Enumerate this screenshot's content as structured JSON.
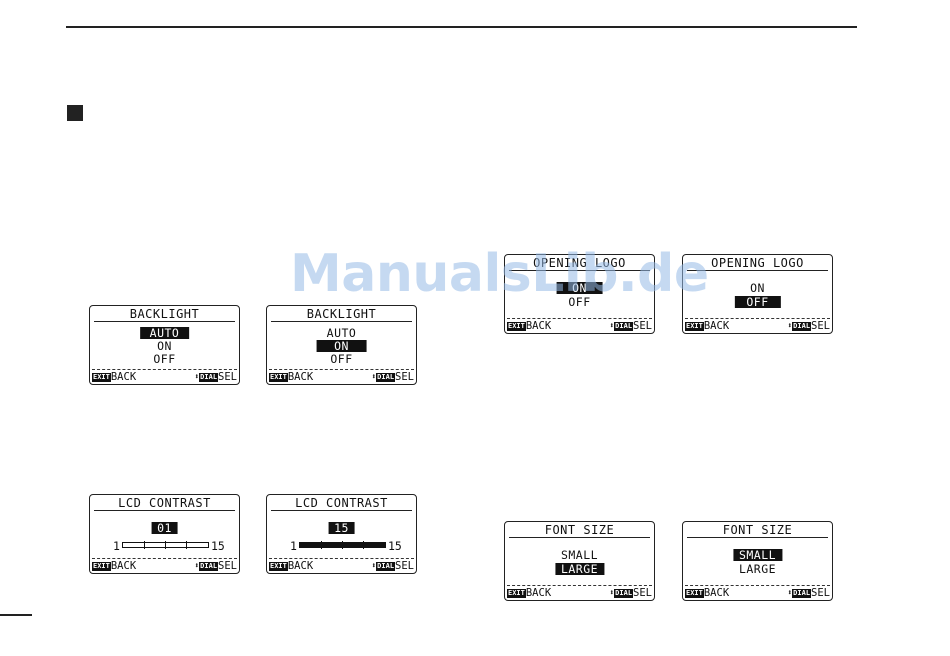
{
  "watermark": "ManualsLib.de",
  "lcd_common": {
    "key_exit": "EXIT",
    "back": "BACK",
    "arrows": "⬍",
    "key_dial": "DIAL",
    "sel": "SEL"
  },
  "backlight": {
    "title": "BACKLIGHT",
    "options": [
      "AUTO",
      "ON",
      "OFF"
    ],
    "screen1_selected": "AUTO",
    "screen2_selected": "ON"
  },
  "lcd_contrast": {
    "title": "LCD CONTRAST",
    "min": "1",
    "max": "15",
    "screen1_value": "01",
    "screen1_level": 1,
    "screen2_value": "15",
    "screen2_level": 15
  },
  "opening_logo": {
    "title": "OPENING LOGO",
    "options": [
      "ON",
      "OFF"
    ],
    "screen1_selected": "ON",
    "screen2_selected": "OFF"
  },
  "font_size": {
    "title": "FONT SIZE",
    "options": [
      "SMALL",
      "LARGE"
    ],
    "screen1_selected": "LARGE",
    "screen2_selected": "SMALL"
  }
}
